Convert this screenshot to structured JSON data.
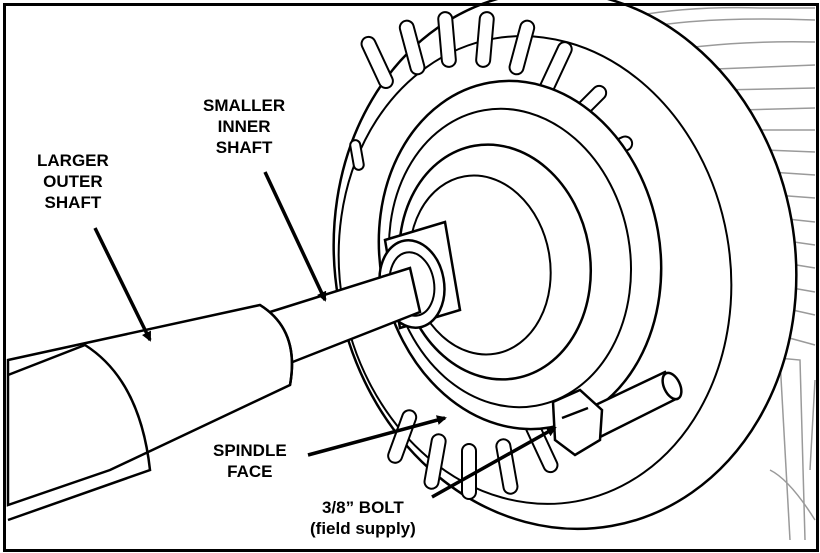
{
  "labels": {
    "larger_outer_shaft": [
      "LARGER",
      "OUTER",
      "SHAFT"
    ],
    "smaller_inner_shaft": [
      "SMALLER",
      "INNER",
      "SHAFT"
    ],
    "spindle_face": [
      "SPINDLE",
      "FACE"
    ],
    "bolt": [
      "3/8” BOLT",
      "(field supply)"
    ]
  },
  "colors": {
    "ink": "#000000",
    "light_ink": "#9a9a9a",
    "shaft_fill": "#ffffff"
  }
}
